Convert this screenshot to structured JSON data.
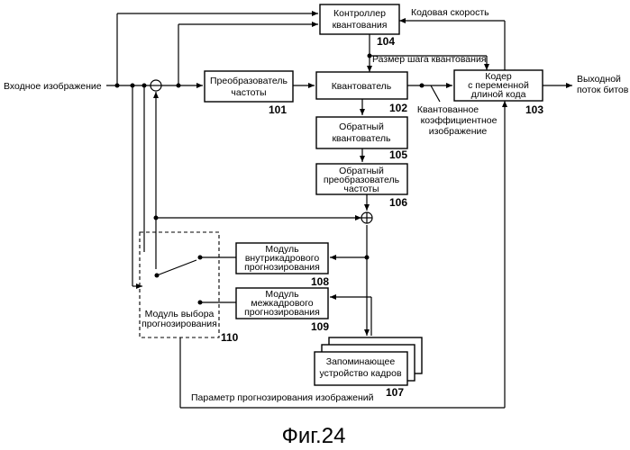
{
  "labels": {
    "input_image": "Входное изображение",
    "output_line1": "Выходной",
    "output_line2": "поток битов",
    "code_rate": "Кодовая скорость",
    "step_size": "Размер шага квантования",
    "quantized_line1": "Квантованное",
    "quantized_line2": "коэффициентное",
    "quantized_line3": "изображение",
    "prediction_param": "Параметр прогнозирования изображений"
  },
  "blocks": {
    "quant_controller": {
      "line1": "Контроллер",
      "line2": "квантования",
      "ref": "104"
    },
    "freq_transformer": {
      "line1": "Преобразователь",
      "line2": "частоты",
      "ref": "101"
    },
    "quantizer": {
      "line1": "Квантователь",
      "ref": "102"
    },
    "vlc_coder": {
      "line1": "Кодер",
      "line2": "с переменной",
      "line3": "длиной кода",
      "ref": "103"
    },
    "inverse_quantizer": {
      "line1": "Обратный",
      "line2": "квантователь",
      "ref": "105"
    },
    "inverse_transformer": {
      "line1": "Обратный",
      "line2": "преобразователь",
      "line3": "частоты",
      "ref": "106"
    },
    "intra_prediction": {
      "line1": "Модуль",
      "line2": "внутрикадрового",
      "line3": "прогнозирования",
      "ref": "108"
    },
    "inter_prediction": {
      "line1": "Модуль",
      "line2": "межкадрового",
      "line3": "прогнозирования",
      "ref": "109"
    },
    "frame_memory": {
      "line1": "Запоминающее",
      "line2": "устройство кадров",
      "ref": "107"
    },
    "prediction_selector": {
      "line1": "Модуль выбора",
      "line2": "прогнозирования",
      "ref": "110"
    }
  },
  "figure_caption": "Фиг.24"
}
